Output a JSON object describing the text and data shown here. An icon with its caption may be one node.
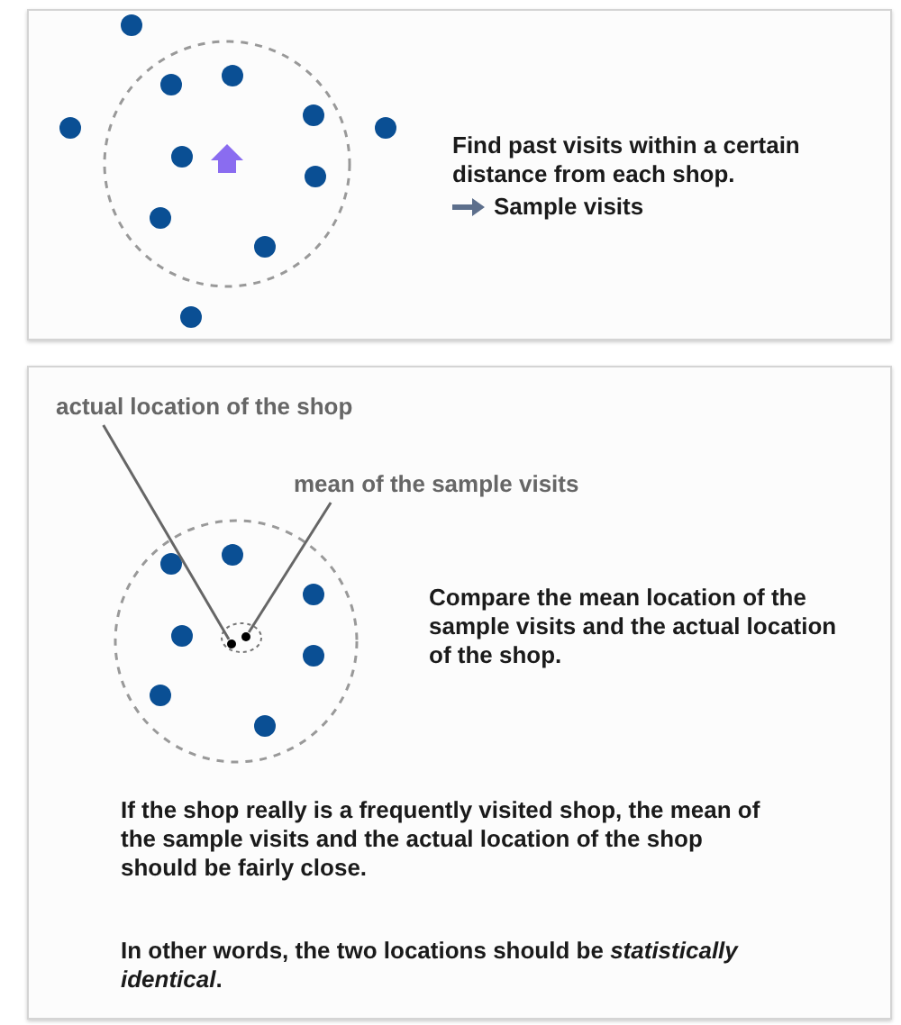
{
  "diagram": {
    "nodes": [
      {
        "text": [
          "Find past visits within a certain distance from each shop.",
          "Sample visits"
        ]
      },
      {
        "text": [
          "Compare the mean location of the sample visits and the actual location of the shop.",
          "If the shop really is a frequently visited shop, the mean of the sample visits and the actual location of the shop should be fairly close.",
          "In other words, the two locations should be *statistically identical*."
        ]
      },
      {
        "text": [
          "actual location of the shop"
        ],
        "in": 1
      },
      {
        "text": [
          "mean of the sample visits"
        ],
        "in": 1
      },
      {
        "text": [],
        "shape": "circle",
        "in": 1
      },
      {
        "text": [],
        "shape": "circle",
        "in": 1
      }
    ],
    "edges": [
      {
        "from": 2,
        "to": 4,
        "arrow": "none"
      },
      {
        "from": 3,
        "to": 5,
        "arrow": "none"
      }
    ]
  }
}
